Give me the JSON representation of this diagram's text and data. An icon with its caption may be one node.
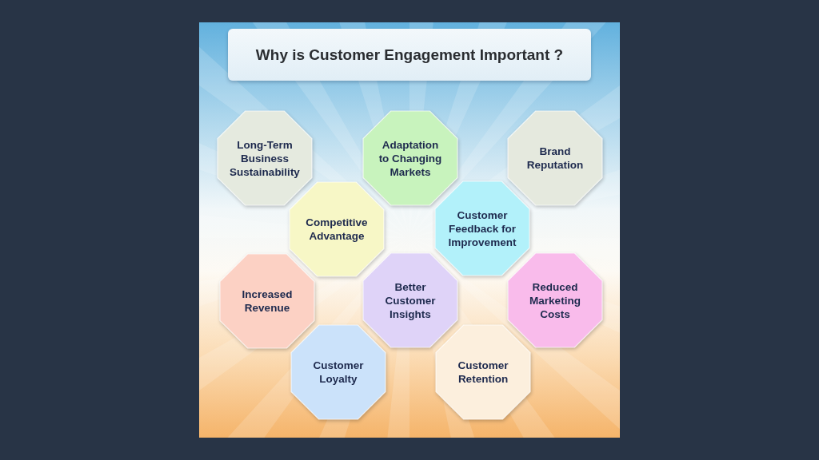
{
  "diagram": {
    "title": "Why is Customer Engagement Important ?",
    "nodes": [
      {
        "text": [
          "Long-Term Business Sustainability"
        ]
      },
      {
        "text": [
          "Adaptation to Changing Markets"
        ]
      },
      {
        "text": [
          "Brand Reputation"
        ]
      },
      {
        "text": [
          "Competitive Advantage"
        ]
      },
      {
        "text": [
          "Customer Feedback for Improvement"
        ]
      },
      {
        "text": [
          "Increased Revenue"
        ]
      },
      {
        "text": [
          "Better Customer Insights"
        ]
      },
      {
        "text": [
          "Reduced Marketing Costs"
        ]
      },
      {
        "text": [
          "Customer Loyalty"
        ]
      },
      {
        "text": [
          "Customer Retention"
        ]
      }
    ]
  }
}
